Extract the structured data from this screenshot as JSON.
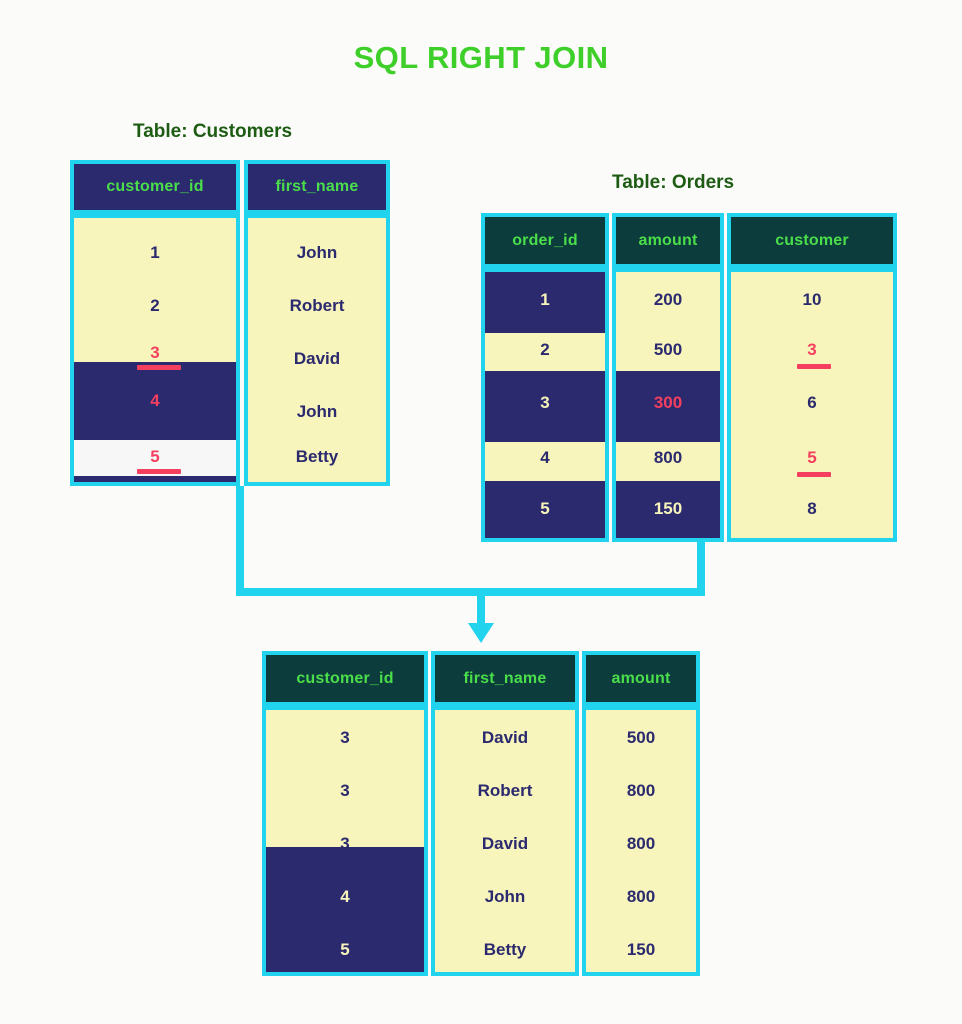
{
  "title": "SQL RIGHT JOIN",
  "colors": {
    "background": "#fbfbf9",
    "title_green": "#3fcf2a",
    "caption_green": "#1d5c12",
    "border_cyan": "#22d3ee",
    "cell_yellow": "#f7f4bc",
    "navy": "#2b2a6e",
    "teal_header": "#0d3c3c",
    "header_text_green": "#4ade4a",
    "highlight_red": "#f43f5e",
    "cream_text": "#f7f4bc"
  },
  "customers": {
    "caption": "Table: Customers",
    "columns": [
      "customer_id",
      "first_name"
    ],
    "rows": [
      {
        "customer_id": "1",
        "first_name": "John"
      },
      {
        "customer_id": "2",
        "first_name": "Robert"
      },
      {
        "customer_id": "3",
        "first_name": "David"
      },
      {
        "customer_id": "4",
        "first_name": "John"
      },
      {
        "customer_id": "5",
        "first_name": "Betty"
      }
    ],
    "highlighted_ids": [
      "3",
      "4",
      "5"
    ],
    "underlined_ids": [
      "3",
      "5"
    ]
  },
  "orders": {
    "caption": "Table: Orders",
    "columns": [
      "order_id",
      "amount",
      "customer"
    ],
    "rows": [
      {
        "order_id": "1",
        "amount": "200",
        "customer": "10"
      },
      {
        "order_id": "2",
        "amount": "500",
        "customer": "3"
      },
      {
        "order_id": "3",
        "amount": "300",
        "customer": "6"
      },
      {
        "order_id": "4",
        "amount": "800",
        "customer": "5"
      },
      {
        "order_id": "5",
        "amount": "150",
        "customer": "8"
      }
    ],
    "highlighted_amounts": [
      "300"
    ],
    "underlined_customers": [
      "3",
      "5"
    ]
  },
  "result": {
    "columns": [
      "customer_id",
      "first_name",
      "amount"
    ],
    "rows": [
      {
        "customer_id": "3",
        "first_name": "David",
        "amount": "500"
      },
      {
        "customer_id": "3",
        "first_name": "Robert",
        "amount": "800"
      },
      {
        "customer_id": "3",
        "first_name": "David",
        "amount": "800"
      },
      {
        "customer_id": "4",
        "first_name": "John",
        "amount": "800"
      },
      {
        "customer_id": "5",
        "first_name": "Betty",
        "amount": "150"
      }
    ],
    "highlighted_ids": [
      "4",
      "5"
    ]
  }
}
